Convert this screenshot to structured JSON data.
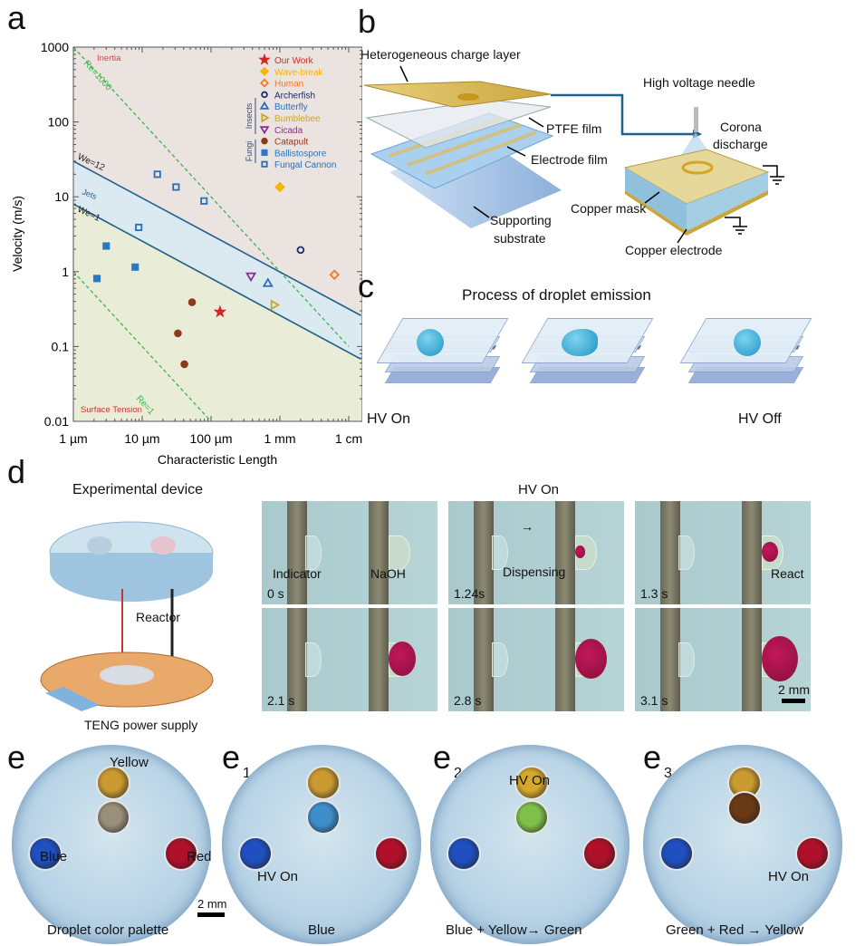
{
  "panels": {
    "a": "a",
    "b": "b",
    "c": "c",
    "d": "d",
    "e": "e",
    "e1": "e",
    "e2": "e",
    "e3": "e",
    "e1_sub": "1",
    "e2_sub": "2",
    "e3_sub": "3"
  },
  "chart_data": {
    "type": "scatter",
    "title": "",
    "xlabel": "Characteristic Length",
    "ylabel": "Velocity (m/s)",
    "xscale": "log",
    "yscale": "log",
    "xlim_m": [
      1e-06,
      0.015
    ],
    "ylim": [
      0.01,
      1000
    ],
    "xticks": [
      {
        "v": 1e-06,
        "label": "1 µm"
      },
      {
        "v": 1e-05,
        "label": "10 µm"
      },
      {
        "v": 0.0001,
        "label": "100 µm"
      },
      {
        "v": 0.001,
        "label": "1 mm"
      },
      {
        "v": 0.01,
        "label": "1 cm"
      }
    ],
    "yticks": [
      {
        "v": 1000,
        "label": "1000"
      },
      {
        "v": 100,
        "label": "100"
      },
      {
        "v": 10,
        "label": "10"
      },
      {
        "v": 1,
        "label": "1"
      },
      {
        "v": 0.1,
        "label": "0.1"
      },
      {
        "v": 0.01,
        "label": "0.01"
      }
    ],
    "regions": [
      {
        "label": "Inertia",
        "color": "#c0504d"
      },
      {
        "label": "Jets",
        "color": "#2b5d8a"
      },
      {
        "label": "Surface Tension",
        "color": "#d0312d"
      }
    ],
    "lines": [
      {
        "label": "Re=1000",
        "style": "dashed",
        "color": "#3cb44b",
        "p1": [
          1e-06,
          1000
        ],
        "p2": [
          0.01,
          0.1
        ]
      },
      {
        "label": "Re=1",
        "style": "dashed",
        "color": "#3cb44b",
        "p1": [
          1e-06,
          1
        ],
        "p2": [
          0.0001,
          0.01
        ]
      },
      {
        "label": "We=12",
        "style": "solid",
        "color": "#1f5f8b",
        "p1": [
          1e-06,
          30
        ],
        "p2": [
          0.015,
          0.26
        ]
      },
      {
        "label": "We=1",
        "style": "solid",
        "color": "#1f5f8b",
        "p1": [
          1e-06,
          8
        ],
        "p2": [
          0.015,
          0.068
        ]
      }
    ],
    "legend_groups": [
      {
        "label": "Insects"
      },
      {
        "label": "Fungi"
      }
    ],
    "series": [
      {
        "name": "Our Work",
        "marker": "star",
        "color": "#d62728",
        "points": [
          [
            0.000135,
            0.29
          ]
        ]
      },
      {
        "name": "Wave-break",
        "marker": "diamond-filled",
        "color": "#f5b400",
        "points": [
          [
            0.001,
            13.5
          ]
        ]
      },
      {
        "name": "Human",
        "marker": "diamond-open",
        "color": "#f07b2a",
        "points": [
          [
            0.0062,
            0.91
          ]
        ]
      },
      {
        "name": "Archerfish",
        "marker": "circle-open",
        "color": "#1a2a6c",
        "points": [
          [
            0.002,
            1.95
          ]
        ]
      },
      {
        "name": "Butterfly",
        "marker": "triangle-up-open",
        "color": "#2a6fb5",
        "points": [
          [
            0.00067,
            0.7
          ]
        ]
      },
      {
        "name": "Bumblebee",
        "marker": "triangle-right-open",
        "color": "#c8a81e",
        "points": [
          [
            0.00083,
            0.36
          ]
        ]
      },
      {
        "name": "Cicada",
        "marker": "triangle-down-open",
        "color": "#8e2c8e",
        "points": [
          [
            0.00038,
            0.87
          ]
        ]
      },
      {
        "name": "Catapult",
        "marker": "circle-filled",
        "color": "#8b3a1a",
        "points": [
          [
            5.3e-05,
            0.39
          ],
          [
            3.3e-05,
            0.15
          ],
          [
            4.1e-05,
            0.058
          ]
        ]
      },
      {
        "name": "Ballistospore",
        "marker": "square-filled",
        "color": "#2a77c4",
        "points": [
          [
            3e-06,
            2.2
          ],
          [
            7.9e-06,
            1.15
          ],
          [
            2.2e-06,
            0.81
          ]
        ]
      },
      {
        "name": "Fungal Cannon",
        "marker": "square-open",
        "color": "#2a6fb5",
        "points": [
          [
            1.66e-05,
            20
          ],
          [
            3.1e-05,
            13.5
          ],
          [
            7.9e-05,
            8.8
          ],
          [
            8.9e-06,
            3.9
          ]
        ]
      }
    ]
  },
  "b": {
    "charge_layer": "Heterogeneous charge layer",
    "ptfe": "PTFE film",
    "electrode": "Electrode film",
    "support1": "Supporting",
    "support2": "substrate",
    "needle": "High voltage needle",
    "corona1": "Corona",
    "corona2": "discharge",
    "mask": "Copper mask",
    "cu_electrode": "Copper electrode"
  },
  "c": {
    "title": "Process of droplet emission",
    "hv_on": "HV On",
    "hv_off": "HV Off"
  },
  "d": {
    "device_title": "Experimental device",
    "reactor": "Reactor",
    "teng": "TENG power supply",
    "hv_on": "HV On",
    "frames": [
      {
        "time": "0 s",
        "ann": [
          "Indicator",
          "NaOH"
        ]
      },
      {
        "time": "1.24s",
        "ann": [
          "Dispensing"
        ]
      },
      {
        "time": "1.3 s",
        "ann": [
          "React"
        ]
      },
      {
        "time": "2.1 s",
        "ann": []
      },
      {
        "time": "2.8 s",
        "ann": []
      },
      {
        "time": "3.1 s",
        "ann": []
      }
    ],
    "scale": "2 mm"
  },
  "e": {
    "yellow": "Yellow",
    "blue": "Blue",
    "red": "Red",
    "scale": "2 mm",
    "hv_on": "HV On",
    "captions": [
      "Droplet color palette",
      "Blue",
      "Blue + Yellow→ Green",
      "Green  + Red → Yellow"
    ]
  }
}
